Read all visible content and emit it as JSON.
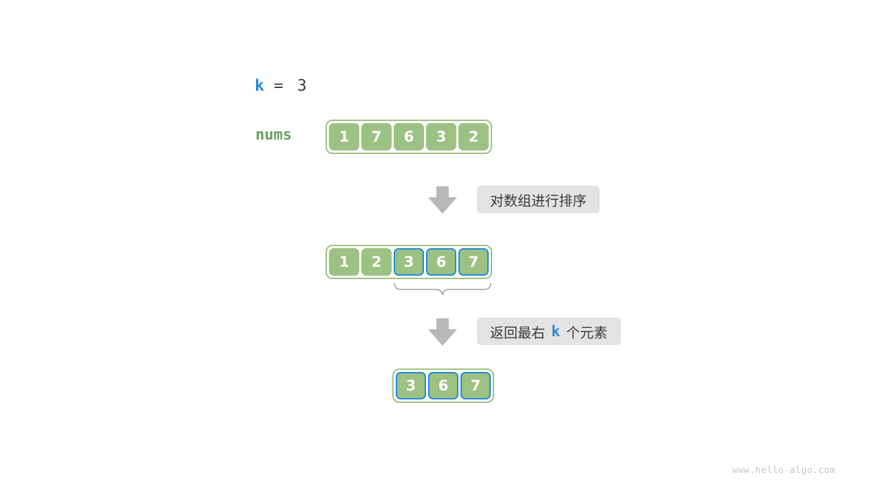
{
  "header": {
    "k_label": "k",
    "equals": "=",
    "k_value": "3",
    "nums_label": "nums"
  },
  "arrays": {
    "initial": {
      "values": [
        "1",
        "7",
        "6",
        "3",
        "2"
      ]
    },
    "sorted": {
      "values": [
        "1",
        "2",
        "3",
        "6",
        "7"
      ],
      "highlight_from": 2
    },
    "result": {
      "values": [
        "3",
        "6",
        "7"
      ],
      "highlight_from": 0
    }
  },
  "annotations": {
    "step1_label": "对数组进行排序",
    "step2_prefix": "返回最右",
    "step2_k": "k",
    "step2_suffix": "个元素"
  },
  "watermark": "www.hello-algo.com",
  "colors": {
    "accent_blue": "#2389da",
    "green_cell": "#9dc183",
    "green_label": "#689f63",
    "arrow_gray": "#b8b8b8",
    "label_bg": "#e3e3e3"
  }
}
